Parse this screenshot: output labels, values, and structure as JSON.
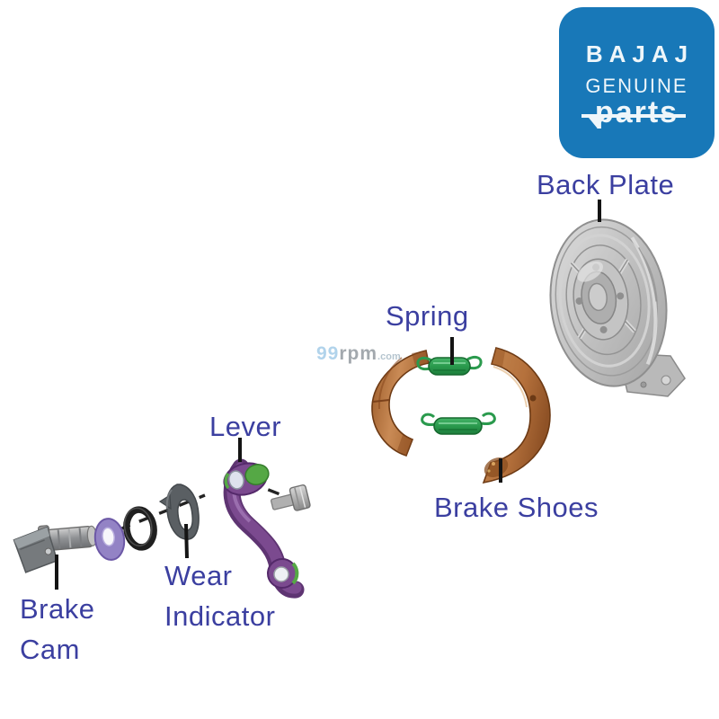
{
  "page": {
    "background_color": "#ffffff"
  },
  "logo": {
    "brand": "BAJAJ",
    "line_genuine": "GENUINE",
    "line_parts": "parts",
    "background_color": "#1878b8",
    "text_color": "#eef6fa"
  },
  "watermark": {
    "prefix": "99",
    "name": "rpm",
    "suffix": ".com"
  },
  "labels": {
    "back_plate": "Back Plate",
    "spring": "Spring",
    "brake_shoes": "Brake Shoes",
    "lever": "Lever",
    "wear_indicator": "Wear Indicator",
    "brake_cam": "Brake Cam"
  },
  "colors": {
    "label_text": "#3b3fa0",
    "leader_line": "#141414",
    "shoe_copper": "#b5713c",
    "spring_green": "#2a9a4d",
    "lever_purple": "#7b4a8f",
    "washer_purple": "#9383c5",
    "oring_black": "#1f1f1f",
    "backplate_gray": "#bfbfbf",
    "bolt_gray": "#b0b0b0",
    "watermark_blue": "#a9cfe9",
    "watermark_gray": "#9aa0a6"
  }
}
